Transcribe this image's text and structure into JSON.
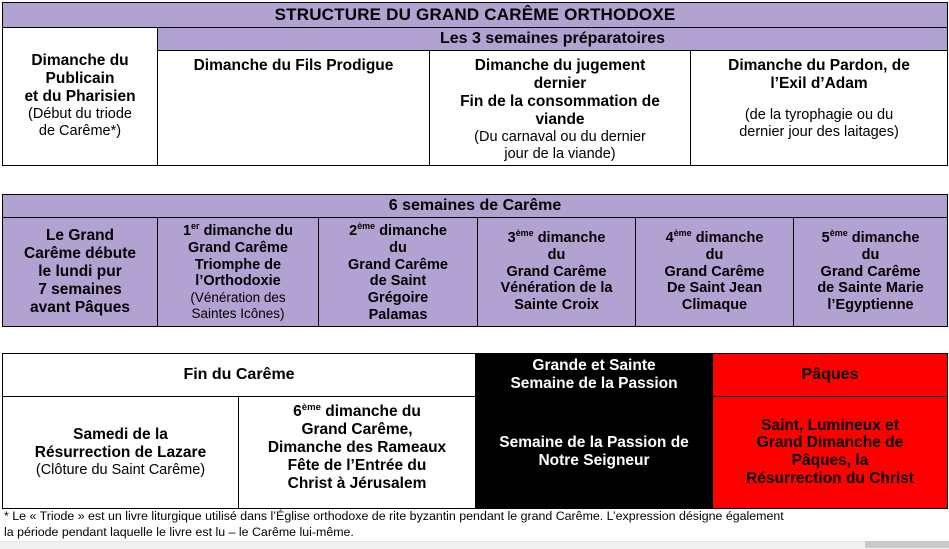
{
  "document": {
    "title": "STRUCTURE DU GRAND CARÊME ORTHODOXE"
  },
  "colors": {
    "band_purple": "#b2a2d2",
    "passion_black": "#000000",
    "paques_red": "#ff0000",
    "plain_white": "#ffffff",
    "border": "#000000"
  },
  "section_preparatory": {
    "band_label": "Les 3 semaines préparatoires",
    "first_cell": {
      "line1": "Dimanche du",
      "line2": "Publicain",
      "line3": "et du Pharisien",
      "note1": "(Début du triode",
      "note2": "de Carême*)"
    },
    "weeks": [
      {
        "title_lines": [
          "Dimanche du Fils Prodigue"
        ],
        "note_lines": []
      },
      {
        "title_lines": [
          "Dimanche du jugement",
          "dernier",
          "Fin de la consommation de",
          "viande"
        ],
        "note_lines": [
          "(Du carnaval ou du dernier",
          "jour de la viande)"
        ]
      },
      {
        "title_lines": [
          "Dimanche du Pardon, de",
          "l’Exil d’Adam"
        ],
        "note_lines": [
          "(de la tyrophagie ou du",
          "dernier jour des laitages)"
        ]
      }
    ]
  },
  "section_lent": {
    "band_label": "6 semaines de Carême",
    "intro_cell": {
      "lines": [
        "Le Grand",
        "Carême débute",
        "le lundi pur",
        "7 semaines",
        "avant Pâques"
      ]
    },
    "sundays": [
      {
        "ordinal": "1",
        "ordinal_sup": "er",
        "head_rest": " dimanche du",
        "title_lines": [
          "Grand Carême",
          "Triomphe de",
          "l’Orthodoxie"
        ],
        "note_lines": [
          "(Vénération des",
          "Saintes Icônes)"
        ]
      },
      {
        "ordinal": "2",
        "ordinal_sup": "ème",
        "head_rest": " dimanche",
        "title_lines": [
          "du",
          "Grand Carême",
          "de Saint",
          "Grégoire",
          "Palamas"
        ],
        "note_lines": []
      },
      {
        "ordinal": "3",
        "ordinal_sup": "ème",
        "head_rest": " dimanche",
        "title_lines": [
          "du",
          "Grand Carême",
          "Vénération de la",
          "Sainte Croix"
        ],
        "note_lines": []
      },
      {
        "ordinal": "4",
        "ordinal_sup": "ème",
        "head_rest": " dimanche",
        "title_lines": [
          "du",
          "Grand Carême",
          "De Saint Jean",
          "Climaque"
        ],
        "note_lines": []
      },
      {
        "ordinal": "5",
        "ordinal_sup": "ème",
        "head_rest": " dimanche",
        "title_lines": [
          "du",
          "Grand Carême",
          "de Sainte Marie",
          "l’Egyptienne"
        ],
        "note_lines": []
      }
    ]
  },
  "section_end": {
    "bands": {
      "lent_end": "Fin du Carême",
      "passion_line1": "Grande et Sainte",
      "passion_line2": "Semaine de la Passion",
      "easter": "Pâques"
    },
    "cells": {
      "lazarus": {
        "line1": "Samedi de la",
        "line2": "Résurrection de Lazare",
        "note": "(Clôture du Saint Carême)"
      },
      "palm_sunday": {
        "ordinal": "6",
        "ordinal_sup": "ème",
        "head_rest": " dimanche du",
        "lines": [
          "Grand Carême,",
          "Dimanche des Rameaux",
          "Fête de l’Entrée du",
          "Christ à Jérusalem"
        ]
      },
      "passion_week": {
        "line1": "Semaine de la Passion de",
        "line2": "Notre Seigneur"
      },
      "easter_sunday": {
        "lines": [
          "Saint, Lumineux et",
          "Grand Dimanche de",
          "Pâques, la",
          "Résurrection du Christ"
        ]
      }
    }
  },
  "footnote": {
    "line1": "* Le « Triode » est un livre liturgique utilisé dans l’Église orthodoxe de rite byzantin pendant le grand Carême. L’expression désigne également",
    "line2": "la période pendant laquelle le livre est lu – le Carême lui-même."
  }
}
